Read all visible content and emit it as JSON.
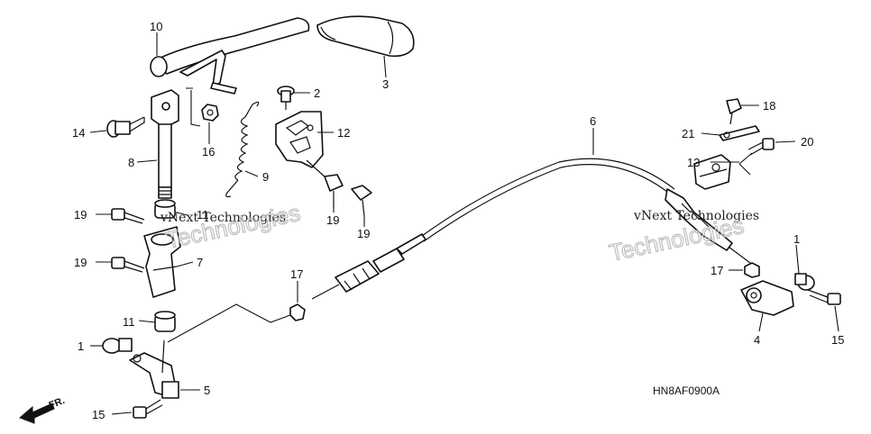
{
  "diagram": {
    "callouts": {
      "c10": "10",
      "c3": "3",
      "c2": "2",
      "c12": "12",
      "c14": "14",
      "c16": "16",
      "c8": "8",
      "c9": "9",
      "c19a": "19",
      "c19b": "19",
      "c19c": "19",
      "c19d": "19",
      "c11a": "11",
      "c11b": "11",
      "c7": "7",
      "c17a": "17",
      "c17b": "17",
      "c6": "6",
      "c18": "18",
      "c21": "21",
      "c20": "20",
      "c13": "13",
      "c1a": "1",
      "c1b": "1",
      "c4": "4",
      "c15a": "15",
      "c15b": "15",
      "c5": "5"
    },
    "watermark_line1": "vNext Technologies",
    "watermark_line2": "vNext Technologies",
    "watermark_big": "Technologies",
    "diagram_code": "HN8AF0900A",
    "direction_label": "FR."
  }
}
